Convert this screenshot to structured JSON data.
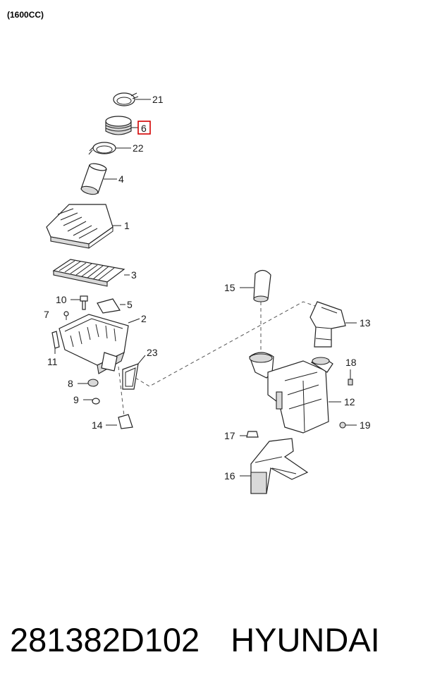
{
  "header": {
    "variant": "(1600CC)"
  },
  "callouts": {
    "c1": "1",
    "c2": "2",
    "c3": "3",
    "c4": "4",
    "c5": "5",
    "c6": "6",
    "c7": "7",
    "c8": "8",
    "c9": "9",
    "c10": "10",
    "c11": "11",
    "c12": "12",
    "c13": "13",
    "c14": "14",
    "c15": "15",
    "c16": "16",
    "c17": "17",
    "c18": "18",
    "c19": "19",
    "c21": "21",
    "c22": "22",
    "c23": "23"
  },
  "highlighted_callout": "6",
  "highlight_color": "#d40000",
  "footer": {
    "part_number": "281382D102",
    "brand": "HYUNDAI"
  }
}
